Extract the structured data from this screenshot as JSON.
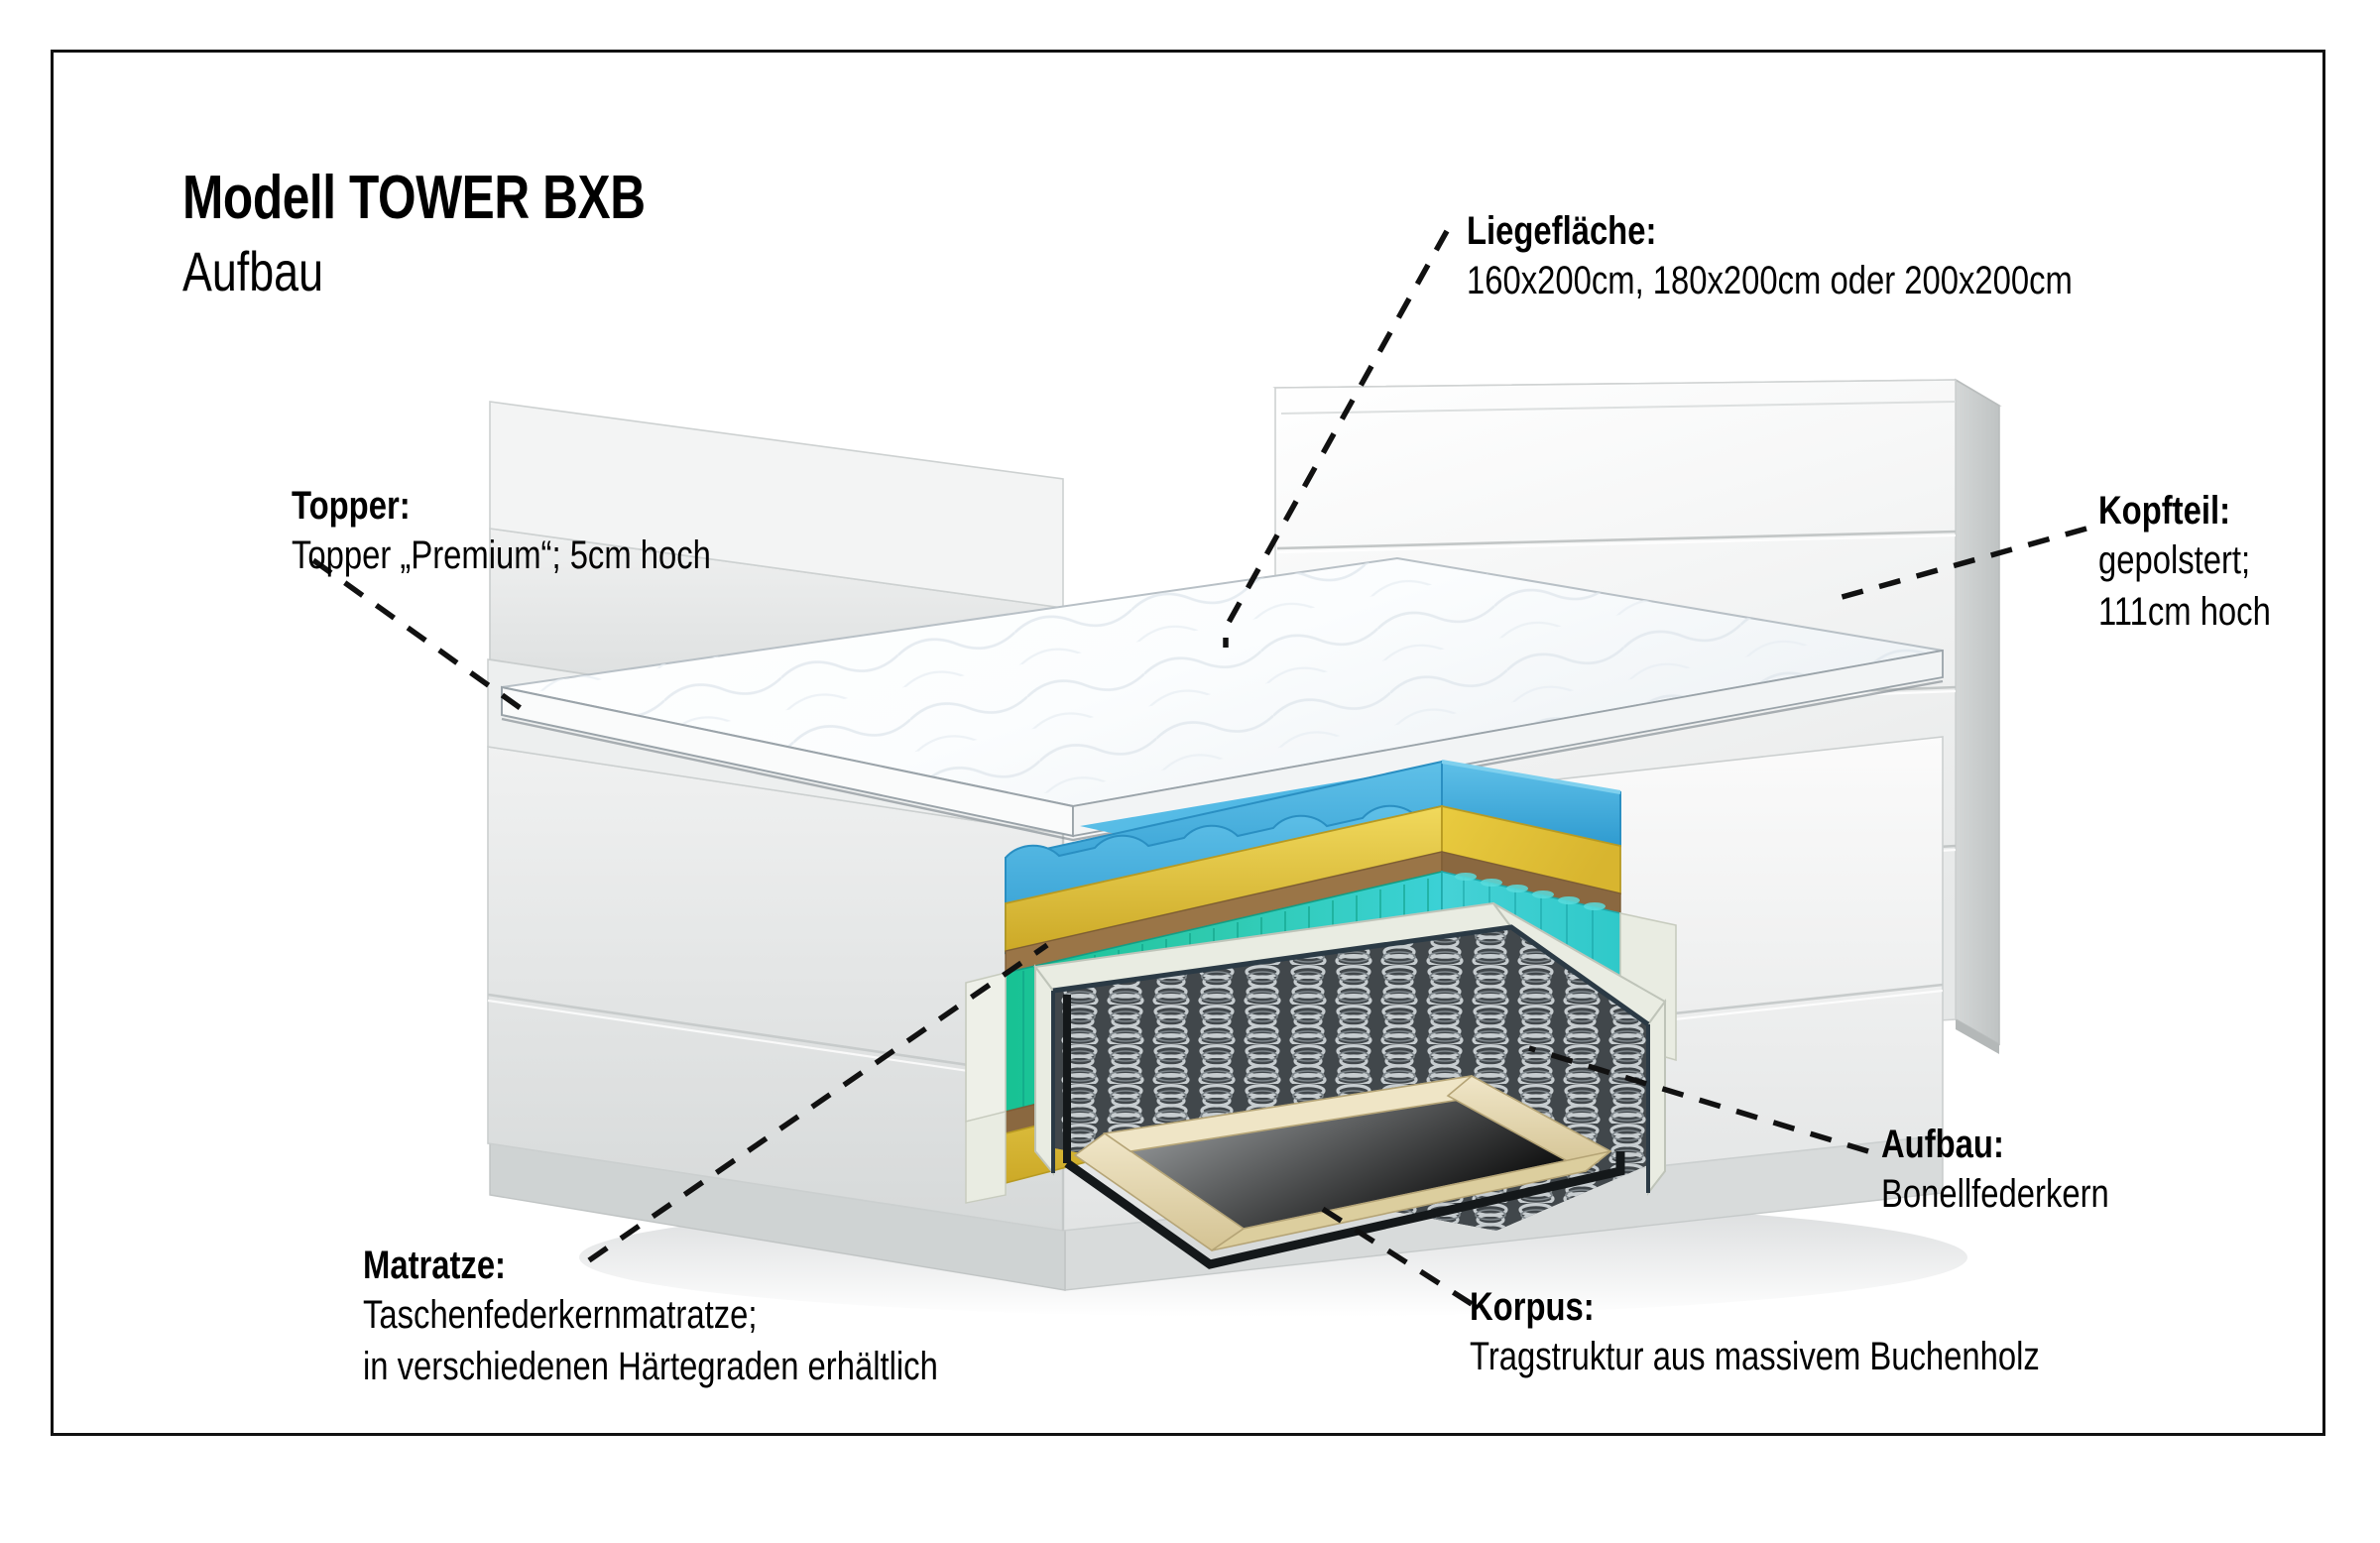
{
  "page": {
    "background": "#ffffff",
    "border_color": "#111111",
    "subject": "boxspring-bed-cutaway-diagram",
    "language": "de"
  },
  "title": {
    "line1": "Modell TOWER BXB",
    "line2": "Aufbau"
  },
  "callouts": [
    {
      "id": "liegeflaeche",
      "heading": "Liegefläche:",
      "body": "160x200cm, 180x200cm oder 200x200cm"
    },
    {
      "id": "topper",
      "heading": "Topper:",
      "body": "Topper „Premium“; 5cm hoch"
    },
    {
      "id": "kopfteil",
      "heading": "Kopfteil:",
      "body_line1": "gepolstert;",
      "body_line2": "111cm hoch"
    },
    {
      "id": "matratze",
      "heading": "Matratze:",
      "body_line1": "Taschenfederkernmatratze;",
      "body_line2": "in verschiedenen Härtegraden erhältlich"
    },
    {
      "id": "aufbau",
      "heading": "Aufbau:",
      "body": "Bonellfederkern"
    },
    {
      "id": "korpus",
      "heading": "Korpus:",
      "body": "Tragstruktur aus massivem Buchenholz"
    }
  ],
  "illustration": {
    "name": "boxspring-bed-3d-cutaway",
    "colors": {
      "upholstery_light": "#f2f2f2",
      "upholstery_mid": "#e3e4e4",
      "upholstery_shade": "#d2d4d4",
      "upholstery_dark": "#c3c6c6",
      "topper_top": "#fbfcfd",
      "topper_edge": "#eef1f3",
      "comfort_foam_blue": "#3cabdd",
      "comfort_foam_blue_dark": "#2f95c6",
      "foam_yellow": "#e9cb3f",
      "foam_yellow_dark": "#cfae2c",
      "felt_brown": "#9a7547",
      "pocket_spring_green": "#24c79f",
      "pocket_spring_cyan": "#36cfd3",
      "edge_foam_cream": "#e9ece2",
      "bonell_spring_metal": "#9aa0a4",
      "bonell_cavity": "#4a4f52",
      "base_plate_grey": "#a9aeb0",
      "beech_wood": "#e6d9b4",
      "beech_wood_dark": "#cbbb8d",
      "outline_dark": "#1d2224"
    },
    "layers_top_to_bottom": [
      "Topper „Premium“ 5cm",
      "Matratzenbezug (gesteppt)",
      "Komfortschaum (blau)",
      "Schaumrahmen (gelb)",
      "Filzabdeckung (braun)",
      "Taschenfederkern (türkis)",
      "Randverstärkung Schaum (creme)",
      "Bonellfederkern Boxspring",
      "Bodenplatte",
      "Rahmen aus massivem Buchenholz",
      "Sockel / Korpus"
    ],
    "headboard": {
      "panel_count": 4,
      "style": "gepolstert"
    }
  }
}
